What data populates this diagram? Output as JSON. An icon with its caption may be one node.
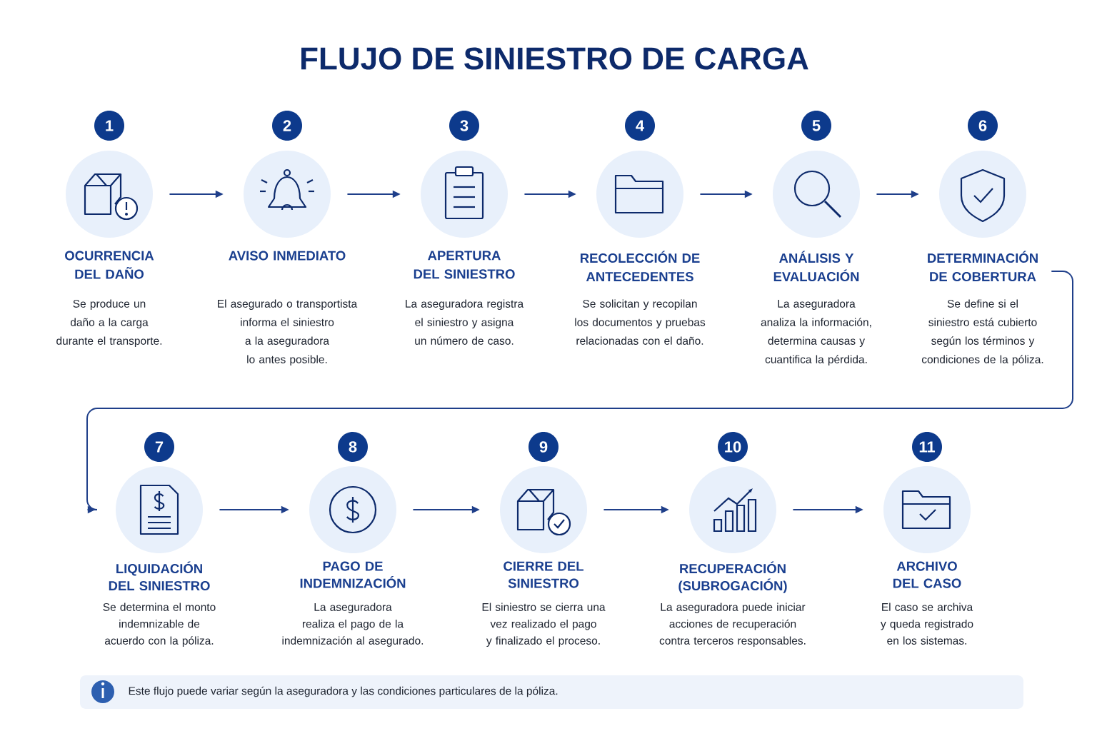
{
  "diagram": {
    "title": "FLUJO DE SINIESTRO DE CARGA",
    "nodes": [
      {
        "text": [
          "OCURRENCIA DEL DAÑO",
          "Se produce un daño a la carga durante el transporte."
        ],
        "beside": [
          "1"
        ]
      },
      {
        "text": [
          "AVISO INMEDIATO",
          "El asegurado o transportista informa el siniestro a la aseguradora lo antes posible."
        ],
        "beside": [
          "2"
        ]
      },
      {
        "text": [
          "APERTURA DEL SINIESTRO",
          "La aseguradora registra el siniestro y asigna un número de caso."
        ],
        "beside": [
          "3"
        ]
      },
      {
        "text": [
          "RECOLECCIÓN DE ANTECEDENTES",
          "Se solicitan y recopilan los documentos y pruebas relacionadas con el daño."
        ],
        "beside": [
          "4"
        ]
      },
      {
        "text": [
          "ANÁLISIS Y EVALUACIÓN",
          "La aseguradora analiza la información, determina causas y cuantifica la pérdida."
        ],
        "beside": [
          "5"
        ]
      },
      {
        "text": [
          "DETERMINACIÓN DE COBERTURA",
          "Se define si el siniestro está cubierto según los términos y condiciones de la póliza."
        ],
        "beside": [
          "6"
        ]
      },
      {
        "text": [
          "LIQUIDACIÓN DEL SINIESTRO",
          "Se determina el monto indemnizable de acuerdo con la póliza."
        ],
        "beside": [
          "7"
        ]
      },
      {
        "text": [
          "PAGO DE INDEMNIZACIÓN",
          "La aseguradora realiza el pago de la indemnización al asegurado."
        ],
        "beside": [
          "8"
        ]
      },
      {
        "text": [
          "CIERRE DEL SINIESTRO",
          "El siniestro se cierra una vez realizado el pago y finalizado el proceso."
        ],
        "beside": [
          "9"
        ]
      },
      {
        "text": [
          "RECUPERACIÓN (SUBROGACIÓN)",
          "La aseguradora puede iniciar acciones de recuperación contra terceros responsables."
        ],
        "beside": [
          "10"
        ]
      },
      {
        "text": [
          "ARCHIVO DEL CASO",
          "El caso se archiva y queda registrado en los sistemas."
        ],
        "beside": [
          "11"
        ]
      },
      {
        "text": [
          "Este flujo puede variar según la aseguradora y las condiciones particulares de la póliza."
        ]
      }
    ],
    "edges": [
      {
        "from": 0,
        "to": 1,
        "arrow": "to"
      },
      {
        "from": 1,
        "to": 2,
        "arrow": "to"
      },
      {
        "from": 2,
        "to": 3,
        "arrow": "to"
      },
      {
        "from": 3,
        "to": 4,
        "arrow": "to"
      },
      {
        "from": 4,
        "to": 5,
        "arrow": "to"
      },
      {
        "from": 5,
        "to": 6,
        "arrow": "to"
      },
      {
        "from": 6,
        "to": 7,
        "arrow": "to"
      },
      {
        "from": 7,
        "to": 8,
        "arrow": "to"
      },
      {
        "from": 8,
        "to": 9,
        "arrow": "to"
      },
      {
        "from": 9,
        "to": 10,
        "arrow": "to"
      }
    ]
  }
}
